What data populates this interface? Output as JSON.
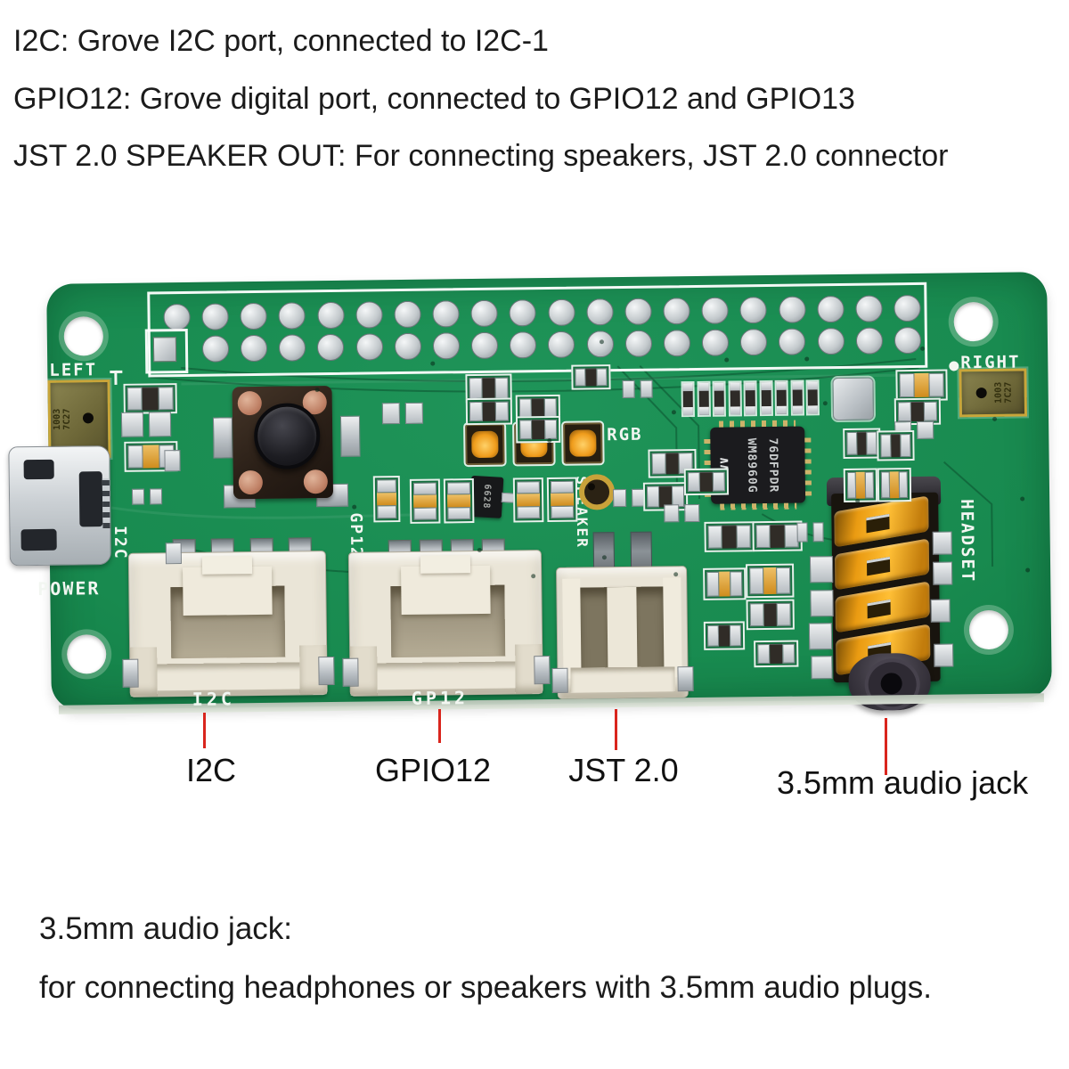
{
  "annotations": {
    "top_lines": [
      "I2C: Grove I2C port, connected to I2C-1",
      "GPIO12: Grove digital port, connected to GPIO12 and GPIO13",
      "JST 2.0 SPEAKER OUT: For connecting speakers, JST 2.0 connector"
    ],
    "bottom_title": "3.5mm audio jack:",
    "bottom_description": "for connecting headphones or speakers with 3.5mm audio plugs."
  },
  "callouts": [
    {
      "label": "I2C"
    },
    {
      "label": "GPIO12"
    },
    {
      "label": "JST 2.0"
    },
    {
      "label": "3.5mm audio jack"
    }
  ],
  "board": {
    "silkscreen": {
      "left_mic": "LEFT",
      "right_mic": "RIGHT",
      "power": "POWER",
      "i2c_vertical": "I2C",
      "gp12_vertical": "GP12",
      "speaker_vertical": "SPEAKER",
      "rgb": "RGB",
      "headset_vertical": "HEADSET",
      "i2c_bottom": "I2C",
      "gp12_bottom": "GP12"
    },
    "markings": {
      "codec_line1": "WM8960G",
      "codec_line2": "76DFPDR",
      "codec_logo": "∧∧∧",
      "transistor": "6628",
      "mic_left": "1003 7C27",
      "mic_right": "1003 7C27"
    },
    "gpio_header": {
      "rows": 2,
      "pins_per_row": 20
    },
    "colors": {
      "pcb_green": "#178a4f",
      "silkscreen_white": "#f2f6f1",
      "callout_red": "#d9251d",
      "connector_cream": "#eae5d7",
      "jack_copper": "#f0a018"
    }
  }
}
